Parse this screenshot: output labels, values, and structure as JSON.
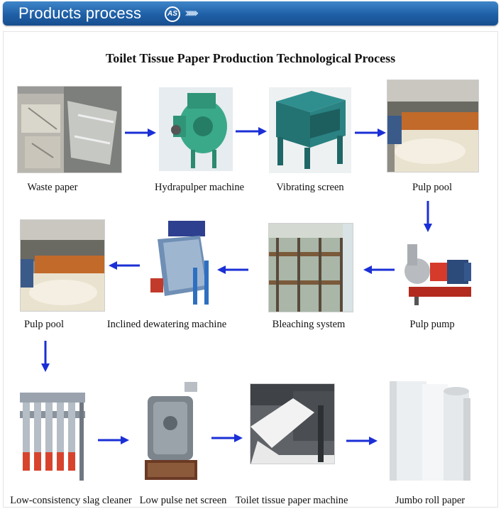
{
  "header": {
    "title": "Products process",
    "logo_text": "AS"
  },
  "diagram": {
    "title": "Toilet Tissue Paper Production Technological Process",
    "steps": [
      {
        "label": "Waste paper"
      },
      {
        "label": "Hydrapulper machine"
      },
      {
        "label": "Vibrating screen"
      },
      {
        "label": "Pulp pool"
      },
      {
        "label": "Pulp pump"
      },
      {
        "label": "Bleaching system"
      },
      {
        "label": "Inclined dewatering machine"
      },
      {
        "label": "Pulp pool"
      },
      {
        "label": "Low-consistency slag cleaner"
      },
      {
        "label": "Low pulse net screen"
      },
      {
        "label": "Toilet tissue paper machine"
      },
      {
        "label": "Jumbo roll paper"
      }
    ]
  },
  "colors": {
    "header": "#1f5fa6",
    "arrow": "#1a2fd6"
  }
}
